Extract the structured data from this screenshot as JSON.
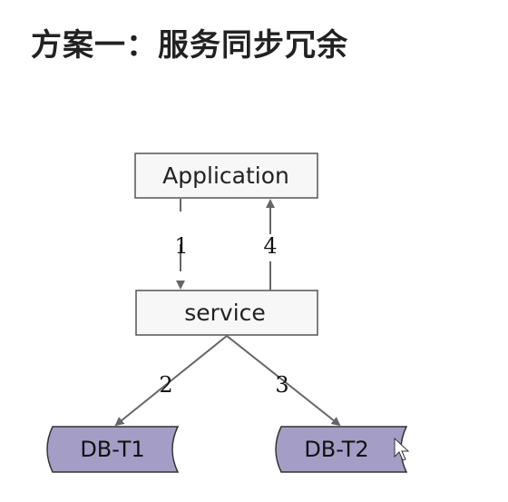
{
  "title": "方案一：服务同步冗余",
  "nodes": {
    "application": "Application",
    "service": "service",
    "db_t1": "DB-T1",
    "db_t2": "DB-T2"
  },
  "edges": {
    "app_to_service": "1",
    "service_to_db_t1": "2",
    "service_to_db_t2": "3",
    "service_to_app": "4"
  },
  "colors": {
    "box_fill": "#f7f7f7",
    "box_stroke": "#555555",
    "db_fill": "#a49ec7",
    "db_stroke": "#333333",
    "arrow": "#666666"
  },
  "icons": {
    "cursor": "mouse-pointer-icon"
  }
}
